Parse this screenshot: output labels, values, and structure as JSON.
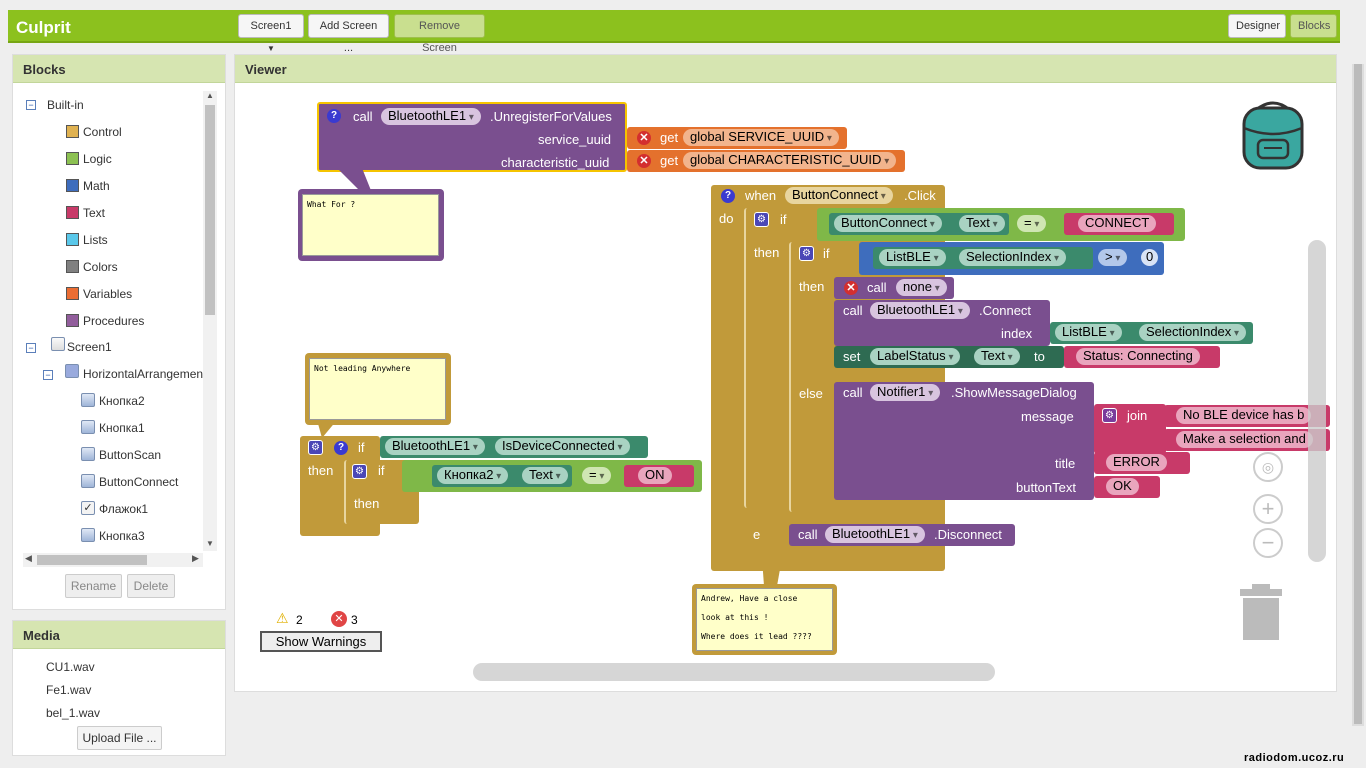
{
  "app": {
    "title": "Culprit"
  },
  "toolbar": {
    "screen_select": "Screen1",
    "add_screen": "Add Screen ...",
    "remove_screen": "Remove Screen",
    "designer": "Designer",
    "blocks": "Blocks"
  },
  "blocks_panel": {
    "title": "Blocks",
    "builtin_label": "Built-in",
    "builtin_items": [
      {
        "label": "Control",
        "color": "#e0b251"
      },
      {
        "label": "Logic",
        "color": "#8cc152"
      },
      {
        "label": "Math",
        "color": "#3e6dbd"
      },
      {
        "label": "Text",
        "color": "#c83a69"
      },
      {
        "label": "Lists",
        "color": "#5ac8ea"
      },
      {
        "label": "Colors",
        "color": "#808080"
      },
      {
        "label": "Variables",
        "color": "#eb6d33"
      },
      {
        "label": "Procedures",
        "color": "#925e9c"
      }
    ],
    "screen_label": "Screen1",
    "arrangement_label": "HorizontalArrangemen",
    "components": [
      "Кнопка2",
      "Кнопка1",
      "ButtonScan",
      "ButtonConnect",
      "Флажок1",
      "Кнопка3"
    ],
    "rename": "Rename",
    "delete": "Delete"
  },
  "media_panel": {
    "title": "Media",
    "files": [
      "CU1.wav",
      "Fe1.wav",
      "bel_1.wav"
    ],
    "upload": "Upload File ..."
  },
  "viewer": {
    "title": "Viewer",
    "warnings_count": "2",
    "errors_count": "3",
    "show_warnings": "Show Warnings"
  },
  "blocks": {
    "unregister": {
      "call": "call",
      "component": "BluetoothLE1",
      "method": ".UnregisterForValues",
      "arg1": "service_uuid",
      "arg2": "characteristic_uuid",
      "get": "get",
      "var1": "global SERVICE_UUID",
      "var2": "global CHARACTERISTIC_UUID"
    },
    "note1": "What For ?",
    "note2": "Not leading Anywhere",
    "note3": [
      "Andrew, Have a close",
      "look at this !",
      "Where does it lead ????"
    ],
    "small_if": {
      "if": "if",
      "then": "then",
      "comp": "BluetoothLE1",
      "method": "IsDeviceConnected",
      "btn": "Кнопка2",
      "prop": "Text",
      "eq": "=",
      "val": "ON"
    },
    "event": {
      "when": "when",
      "do": "do",
      "comp": "ButtonConnect",
      "ev": ".Click",
      "if": "if",
      "then": "then",
      "else": "else",
      "cond_comp": "ButtonConnect",
      "cond_prop": "Text",
      "eq": "=",
      "cond_val": "CONNECT",
      "list": "ListBLE",
      "list_prop": "SelectionIndex",
      "gt": ">",
      "zero": "0",
      "call": "call",
      "none": "none",
      "bt": "BluetoothLE1",
      "connect": ".Connect",
      "index": "index",
      "set": "set",
      "label": "LabelStatus",
      "text_prop": "Text",
      "to": "to",
      "status": "Status: Connecting",
      "notifier": "Notifier1",
      "show_dialog": ".ShowMessageDialog",
      "message": "message",
      "join": "join",
      "msg1": "No BLE device has b",
      "msg2": "Make a selection and",
      "title": "title",
      "title_val": "ERROR",
      "button_text": "buttonText",
      "btn_val": "OK",
      "disconnect": ".Disconnect",
      "else_short": "e"
    }
  },
  "watermark": "radiodom.ucoz.ru"
}
